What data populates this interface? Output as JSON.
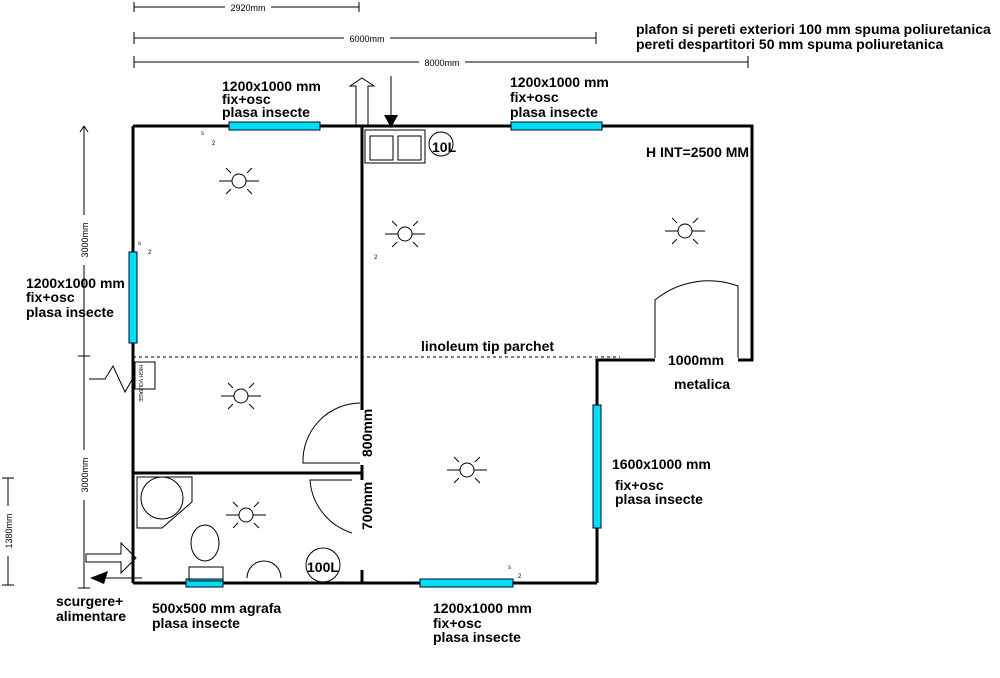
{
  "notes": {
    "line1": "plafon si pereti exteriori 100 mm spuma poliuretanica",
    "line2": "pereti despartitori 50 mm spuma poliuretanica",
    "height": "H INT=2500 MM",
    "floor": "linoleum tip parchet"
  },
  "dimensions": {
    "d1": "2920mm",
    "d2": "6000mm",
    "d3": "8000mm",
    "v1": "3000mm",
    "v2": "3000mm",
    "v3": "1380mm",
    "door_main": "1000mm",
    "door1": "800mm",
    "door2": "700mm"
  },
  "windows": {
    "top_left": {
      "size": "1200x1000 mm",
      "type": "fix+osc",
      "net": "plasa insecte"
    },
    "top_right": {
      "size": "1200x1000 mm",
      "type": "fix+osc",
      "net": "plasa insecte"
    },
    "left": {
      "size": "1200x1000 mm",
      "type": "fix+osc",
      "net": "plasa insecte"
    },
    "right": {
      "size": "1600x1000 mm",
      "type": "fix+osc",
      "net": "plasa insecte"
    },
    "bottom": {
      "size": "1200x1000 mm",
      "type": "fix+osc",
      "net": "plasa insecte"
    },
    "bath": {
      "size": "500x500 mm agrafa",
      "net": "plasa insecte"
    }
  },
  "labels": {
    "boiler_small": "10L",
    "boiler_big": "100L",
    "door_material": "metalica",
    "drain1": "scurgere+",
    "drain2": "alimentare",
    "panel": "HIGH VOLTAGE",
    "socket_s": "s",
    "socket_2": "2"
  },
  "colors": {
    "window": "#00e0f0"
  }
}
